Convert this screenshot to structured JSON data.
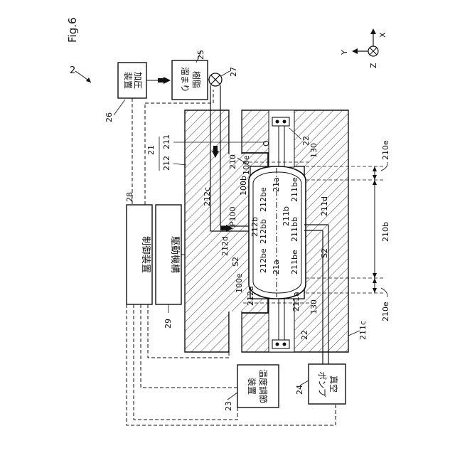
{
  "figure_label": "Fig.6",
  "system_ref": "2",
  "axes": {
    "x": "X",
    "y": "Y",
    "z": "Z"
  },
  "boxes": {
    "pressurizer": {
      "line1": "加圧",
      "line2": "装置",
      "ref": "26"
    },
    "resin_pool": {
      "line1": "樹脂",
      "line2": "溜まり",
      "ref": "25"
    },
    "controller": {
      "label": "制御装置",
      "ref": "28"
    },
    "drive": {
      "label": "駆動機構",
      "ref": "29"
    },
    "temp_ctrl": {
      "line1": "温度調節",
      "line2": "装置",
      "ref": "23"
    },
    "vacuum_pump": {
      "line1": "真空",
      "line2": "ポンプ",
      "ref": "24"
    }
  },
  "refs": {
    "valve": "27",
    "r21": "21",
    "r211": "211",
    "r212": "212",
    "r210": "210",
    "r210b": "210b",
    "r210e_top": "210e",
    "r210e_bottom": "210e",
    "r212c": "212c",
    "r212d": "212d",
    "r211c": "211c",
    "r211d": "211d",
    "r22_top": "22",
    "r22_bottom": "22",
    "r130_top": "130",
    "r130_bottom": "130",
    "rO": "O",
    "r100e_top": "100e",
    "r100e_bottom": "100e",
    "r100b": "100b",
    "rP100": "P100",
    "r21a_top": "21a",
    "r21a_bottom": "21a",
    "r212be_top": "212be",
    "r212be_bottom": "212be",
    "r212bb": "212bb",
    "r212b": "212b",
    "r211b": "211b",
    "r211be_top": "211be",
    "r211be_bottom": "211be",
    "r211bb": "211bb",
    "r212a": "212a",
    "r211a": "211a",
    "rS2_left": "S2",
    "rS2_right": "S2"
  }
}
